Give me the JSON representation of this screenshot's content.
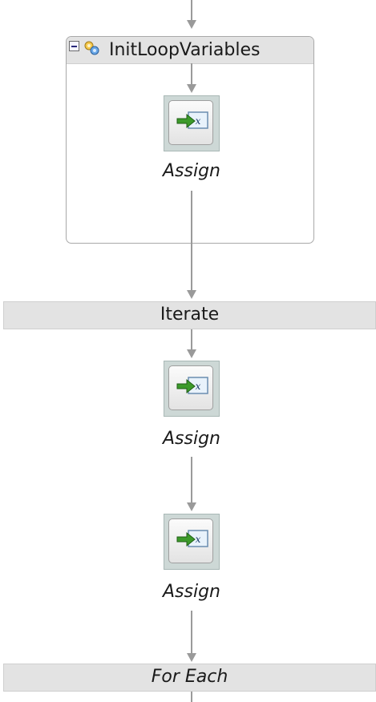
{
  "scope": {
    "title": "InitLoopVariables",
    "activity_label": "Assign"
  },
  "iterate_bar": {
    "label": "Iterate"
  },
  "activities": [
    {
      "label": "Assign"
    },
    {
      "label": "Assign"
    }
  ],
  "foreach_bar": {
    "label": "For Each"
  },
  "icons": {
    "collapse": "collapse-minus-icon",
    "scope": "scope-gear-icon",
    "assign": "assign-arrow-icon"
  },
  "colors": {
    "bar_bg": "#e3e3e3",
    "connector": "#9a9a9a",
    "activity_frame": "#cdd8d6",
    "assign_arrow": "#3c9a2a"
  }
}
